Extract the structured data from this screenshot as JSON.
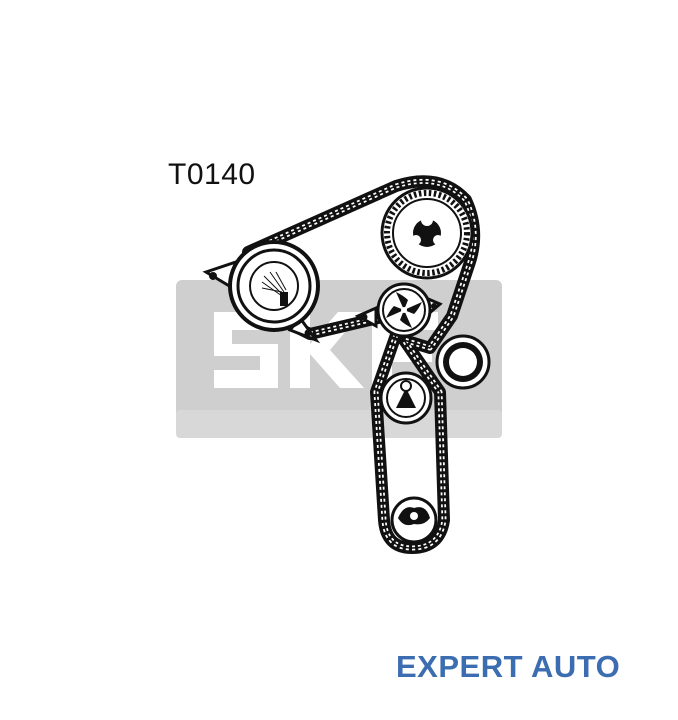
{
  "part_number": "T0140",
  "logo": {
    "brand": "SKF",
    "color": "#cfcfcf"
  },
  "watermark": {
    "text": "EXPERT AUTO",
    "color": "#3b6db0"
  },
  "components": [
    "camshaft-sprocket",
    "tensioner-pulley",
    "water-pump-pulley",
    "idler-pulley",
    "guide-pulley",
    "crankshaft-sprocket",
    "toothed-belt"
  ]
}
